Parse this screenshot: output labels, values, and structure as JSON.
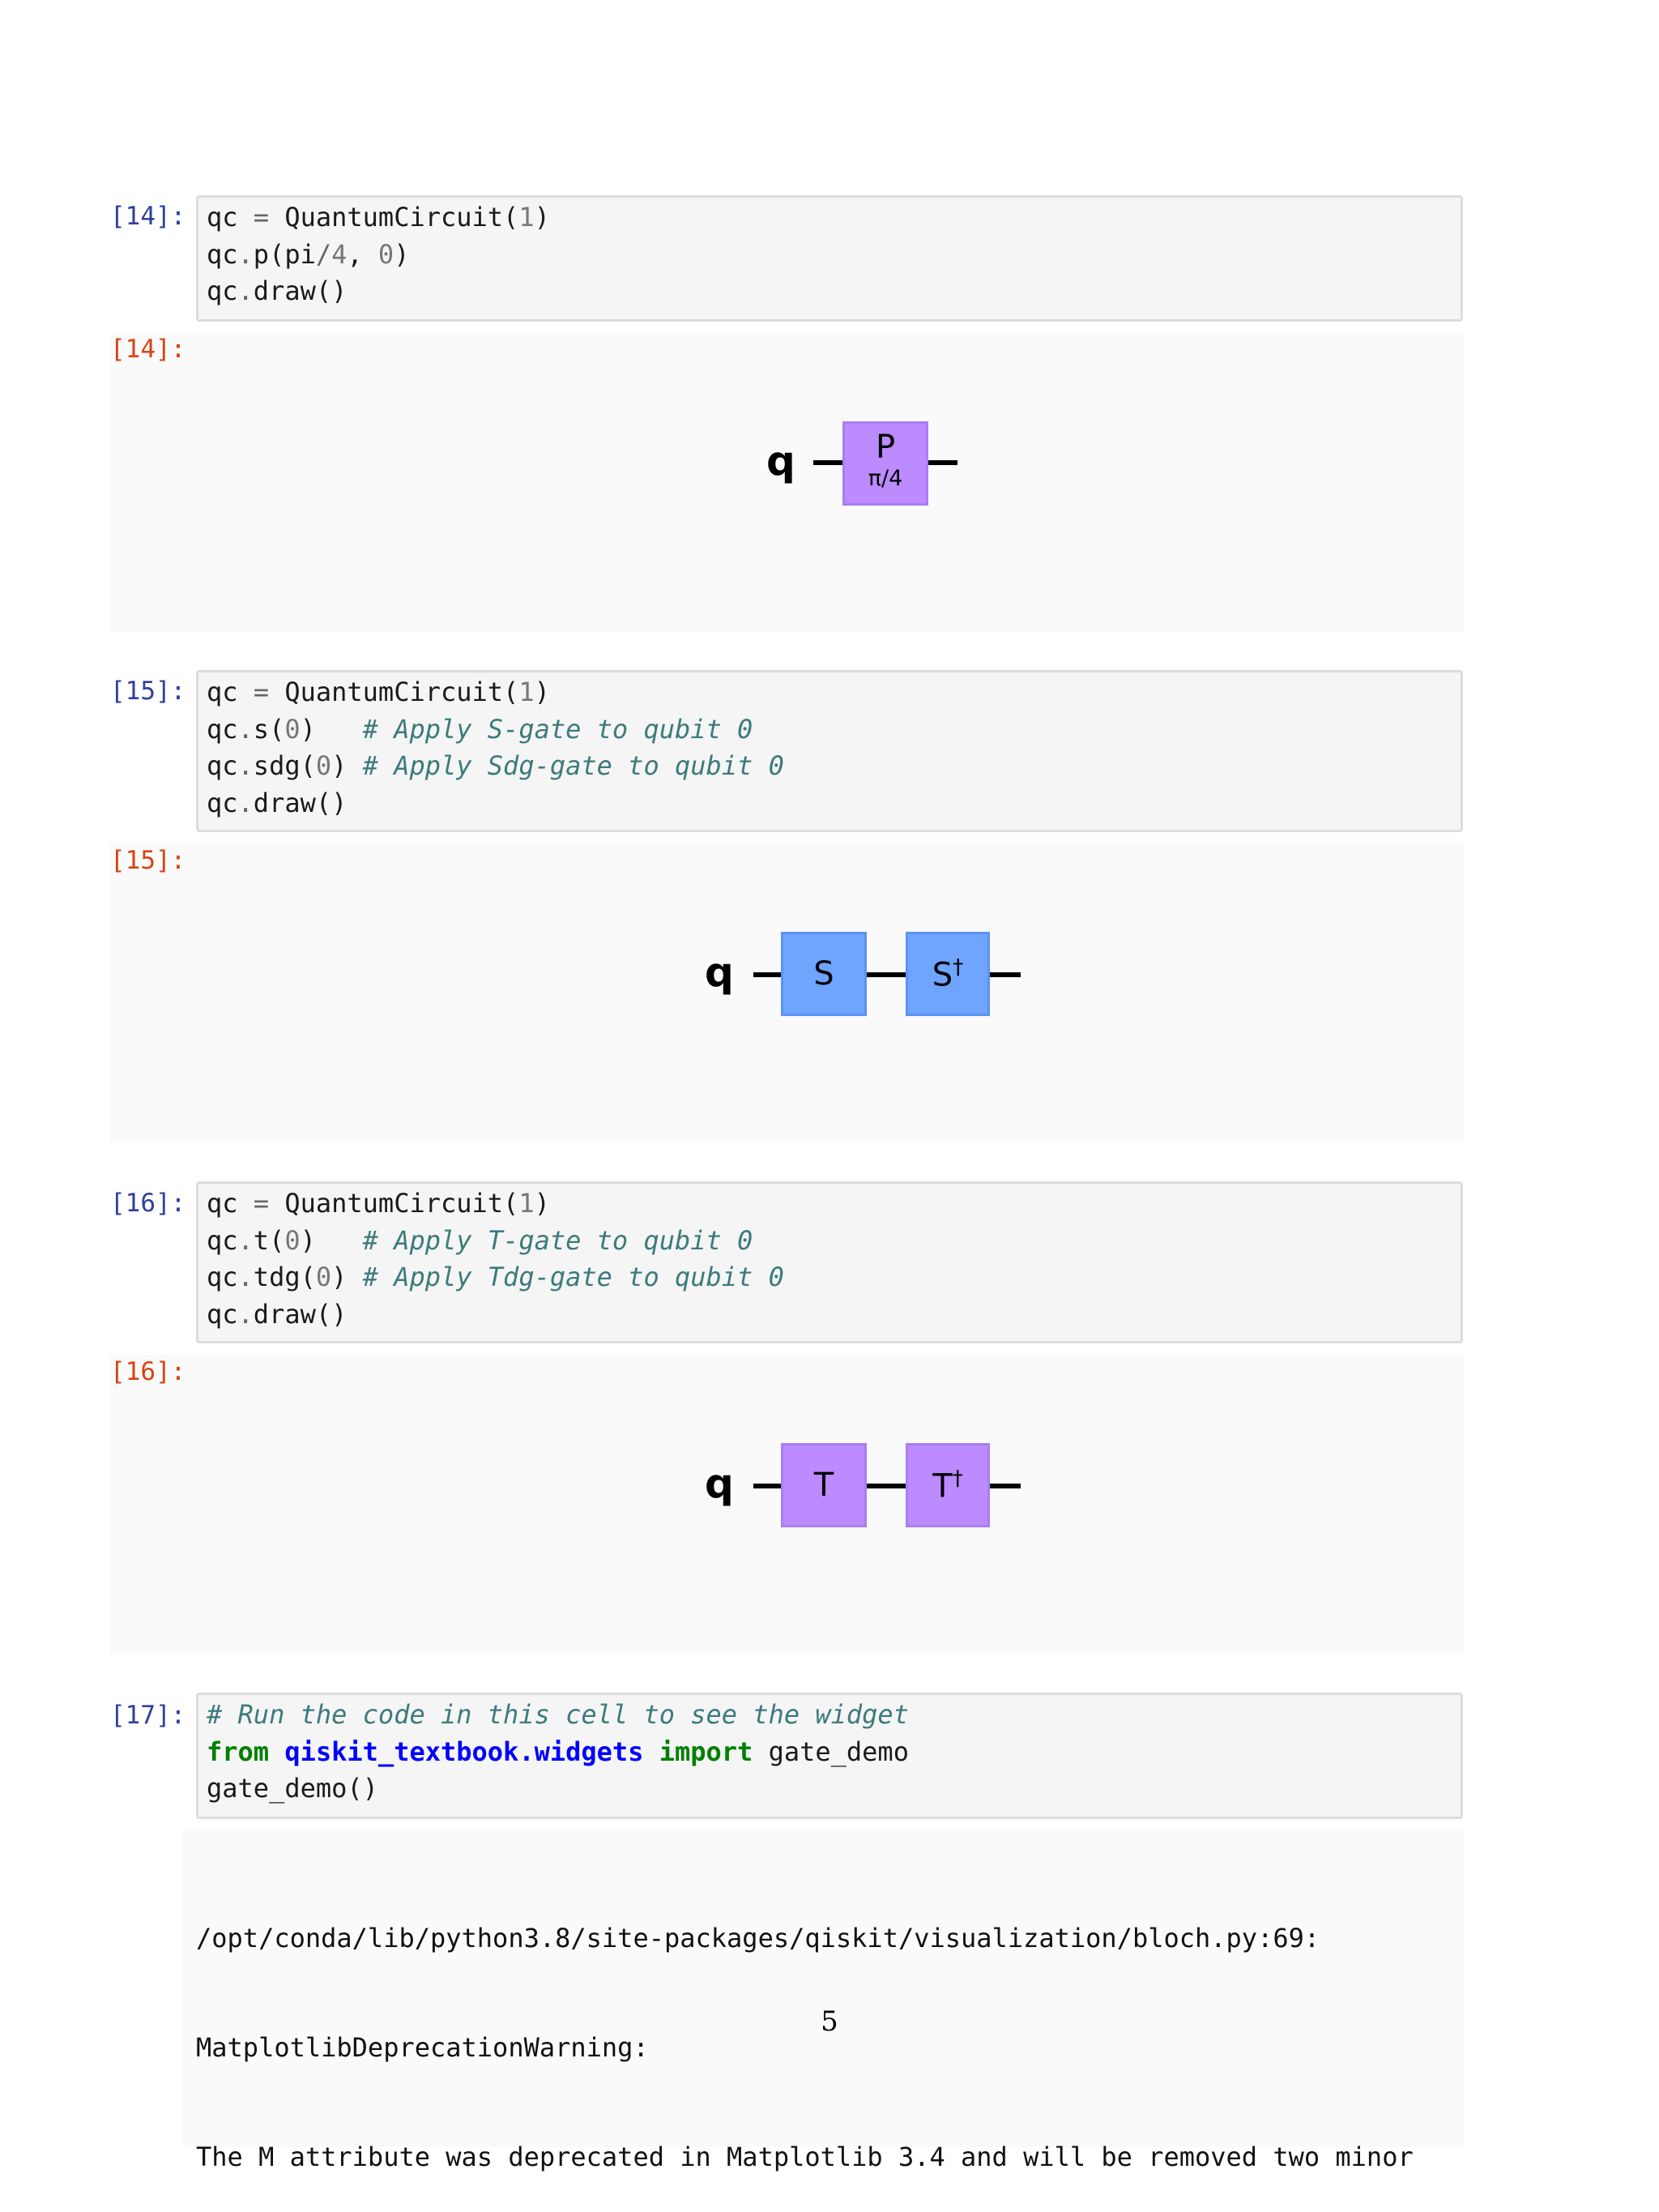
{
  "cells": [
    {
      "in_prompt": "[14]:",
      "out_prompt": "[14]:",
      "code": [
        "qc = QuantumCircuit(1)",
        "qc.p(pi/4, 0)",
        "qc.draw()"
      ],
      "circuit": {
        "qubit": "q",
        "gates": [
          {
            "label": "P",
            "param": "π/4",
            "color": "#BB8BFF"
          }
        ]
      }
    },
    {
      "in_prompt": "[15]:",
      "out_prompt": "[15]:",
      "code": [
        "qc = QuantumCircuit(1)",
        "qc.s(0)   # Apply S-gate to qubit 0",
        "qc.sdg(0) # Apply Sdg-gate to qubit 0",
        "qc.draw()"
      ],
      "circuit": {
        "qubit": "q",
        "gates": [
          {
            "label": "S",
            "color": "#6FA4FF"
          },
          {
            "label": "S",
            "sup": "†",
            "color": "#6FA4FF"
          }
        ]
      }
    },
    {
      "in_prompt": "[16]:",
      "out_prompt": "[16]:",
      "code": [
        "qc = QuantumCircuit(1)",
        "qc.t(0)   # Apply T-gate to qubit 0",
        "qc.tdg(0) # Apply Tdg-gate to qubit 0",
        "qc.draw()"
      ],
      "circuit": {
        "qubit": "q",
        "gates": [
          {
            "label": "T",
            "color": "#BB8BFF"
          },
          {
            "label": "T",
            "sup": "†",
            "color": "#BB8BFF"
          }
        ]
      }
    },
    {
      "in_prompt": "[17]:",
      "code": [
        "# Run the code in this cell to see the widget",
        "from qiskit_textbook.widgets import gate_demo",
        "gate_demo()"
      ],
      "stream_output": [
        "/opt/conda/lib/python3.8/site-packages/qiskit/visualization/bloch.py:69:",
        "MatplotlibDeprecationWarning:",
        "The M attribute was deprecated in Matplotlib 3.4 and will be removed two minor"
      ]
    }
  ],
  "page_number": "5"
}
